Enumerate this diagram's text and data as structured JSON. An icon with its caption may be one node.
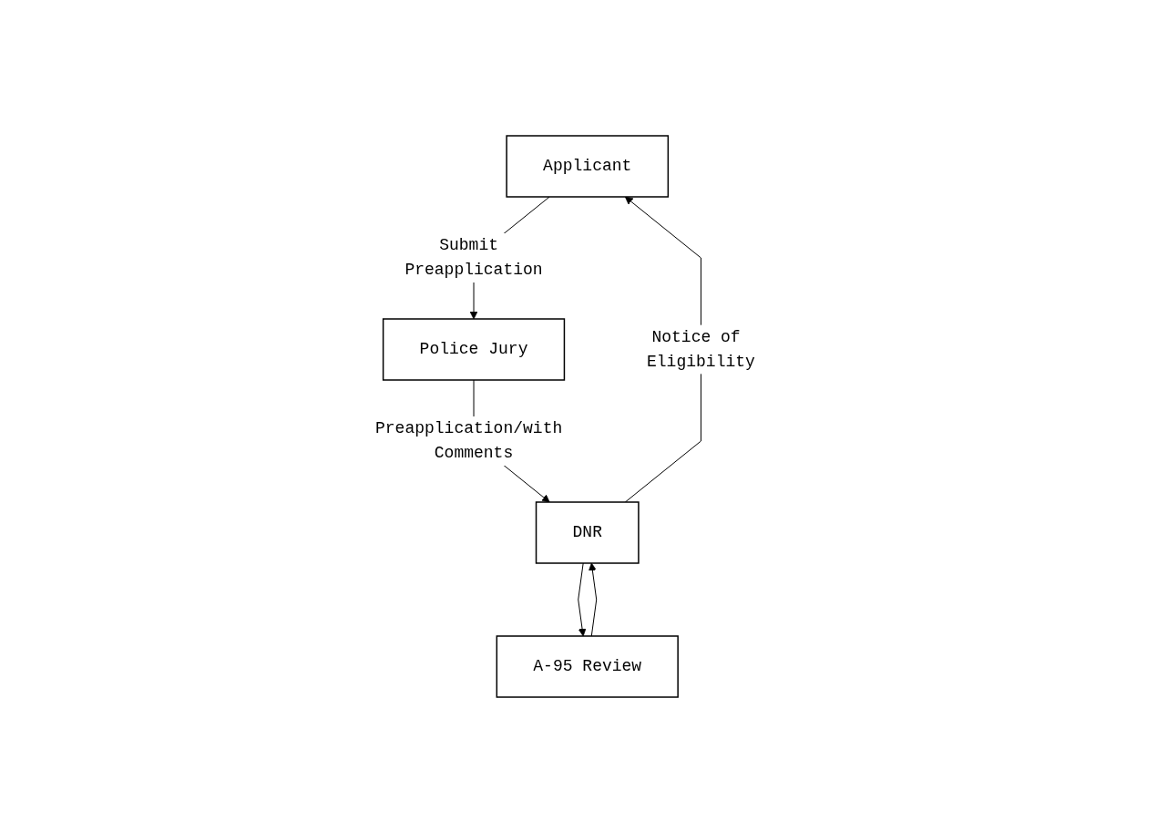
{
  "diagram": {
    "nodes": [
      {
        "text": [
          "Applicant"
        ]
      },
      {
        "text": [
          "Police Jury"
        ]
      },
      {
        "text": [
          "A-95 Review"
        ]
      },
      {
        "text": [
          "DNR"
        ]
      }
    ],
    "edges": [
      {
        "from": 0,
        "to": 1,
        "arrow": "to",
        "label": "Submit Preapplication"
      },
      {
        "from": 1,
        "to": 3,
        "arrow": "to",
        "label": "Preapplication/with Comments"
      },
      {
        "from": 2,
        "to": 3,
        "arrow": "to"
      },
      {
        "from": 3,
        "to": 2,
        "arrow": "to"
      },
      {
        "from": 3,
        "to": 0,
        "arrow": "to",
        "label": "Notice of Eligibility"
      }
    ]
  }
}
